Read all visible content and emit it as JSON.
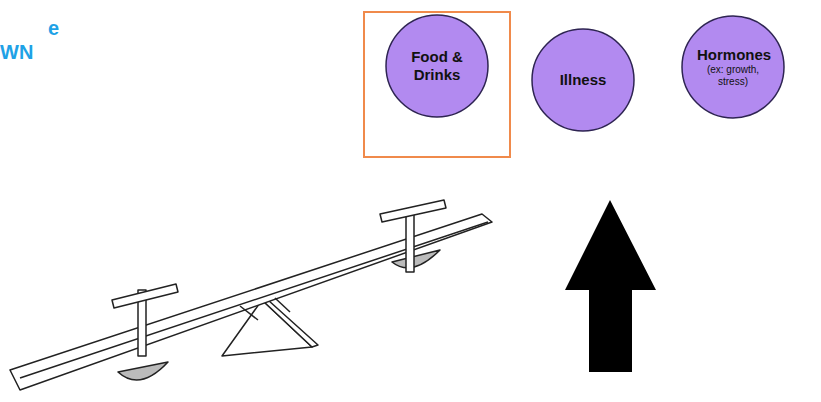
{
  "diagram": {
    "nodes": [
      {
        "text": [
          "Food & Drinks"
        ]
      },
      {
        "text": [
          "Illness"
        ]
      },
      {
        "text": [
          "Hormones",
          "(ex: growth, stress)"
        ]
      }
    ],
    "labels": [
      "e",
      "WN"
    ]
  }
}
